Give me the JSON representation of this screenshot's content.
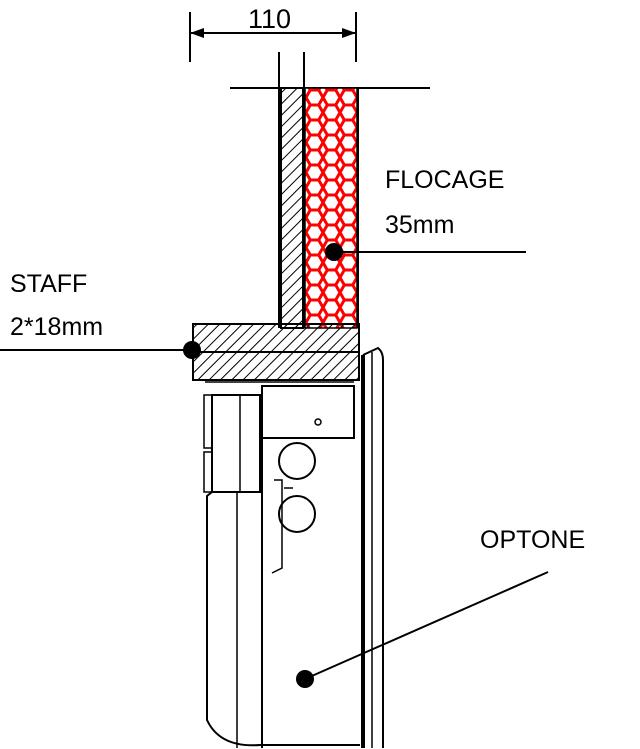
{
  "dimension": {
    "value": "110"
  },
  "labels": {
    "flocage_name": "FLOCAGE",
    "flocage_thickness": "35mm",
    "staff_name": "STAFF",
    "staff_thickness": "2*18mm",
    "optone_name": "OPTONE"
  },
  "colors": {
    "line": "#000000",
    "flocage_fill": "#ff0000",
    "background": "#ffffff"
  }
}
